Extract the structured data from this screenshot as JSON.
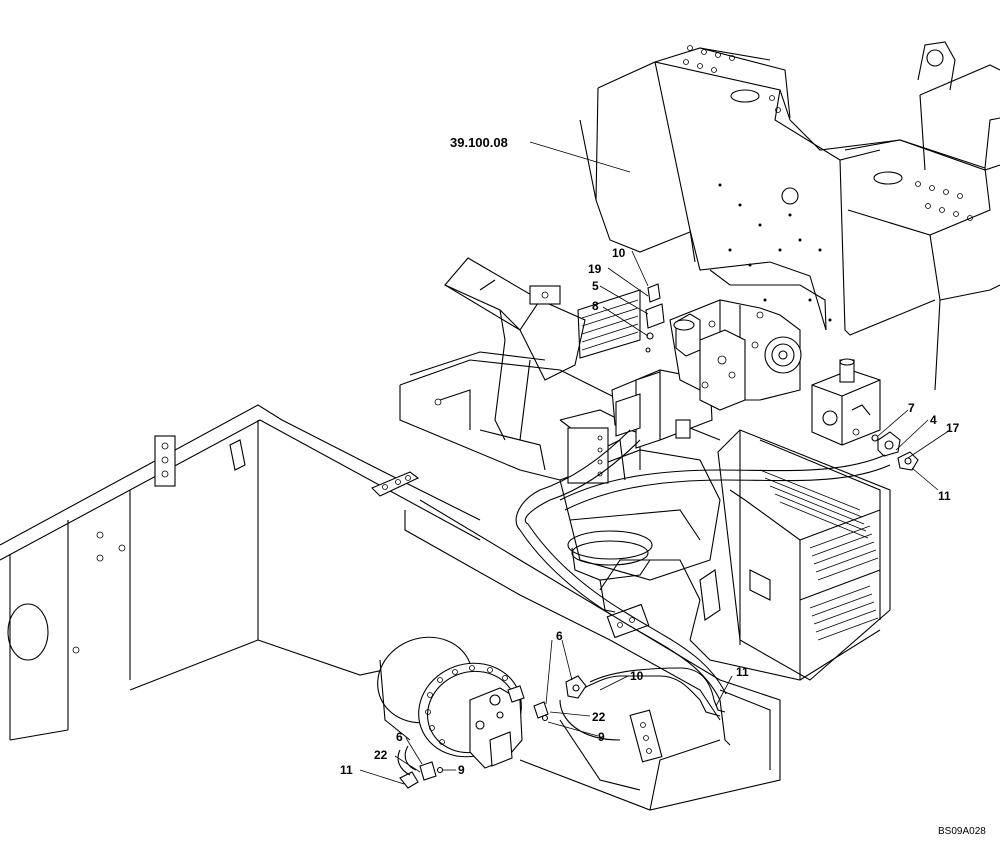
{
  "diagram": {
    "reference": "39.100.08",
    "drawing_code": "BS09A028",
    "callouts": [
      {
        "id": "c10a",
        "label": "10"
      },
      {
        "id": "c19",
        "label": "19"
      },
      {
        "id": "c5",
        "label": "5"
      },
      {
        "id": "c8",
        "label": "8"
      },
      {
        "id": "c7",
        "label": "7"
      },
      {
        "id": "c4",
        "label": "4"
      },
      {
        "id": "c17",
        "label": "17"
      },
      {
        "id": "c11a",
        "label": "11"
      },
      {
        "id": "c6a",
        "label": "6"
      },
      {
        "id": "c10b",
        "label": "10"
      },
      {
        "id": "c11b",
        "label": "11"
      },
      {
        "id": "c22a",
        "label": "22"
      },
      {
        "id": "c9a",
        "label": "9"
      },
      {
        "id": "c6b",
        "label": "6"
      },
      {
        "id": "c22b",
        "label": "22"
      },
      {
        "id": "c9b",
        "label": "9"
      },
      {
        "id": "c11c",
        "label": "11"
      }
    ]
  }
}
